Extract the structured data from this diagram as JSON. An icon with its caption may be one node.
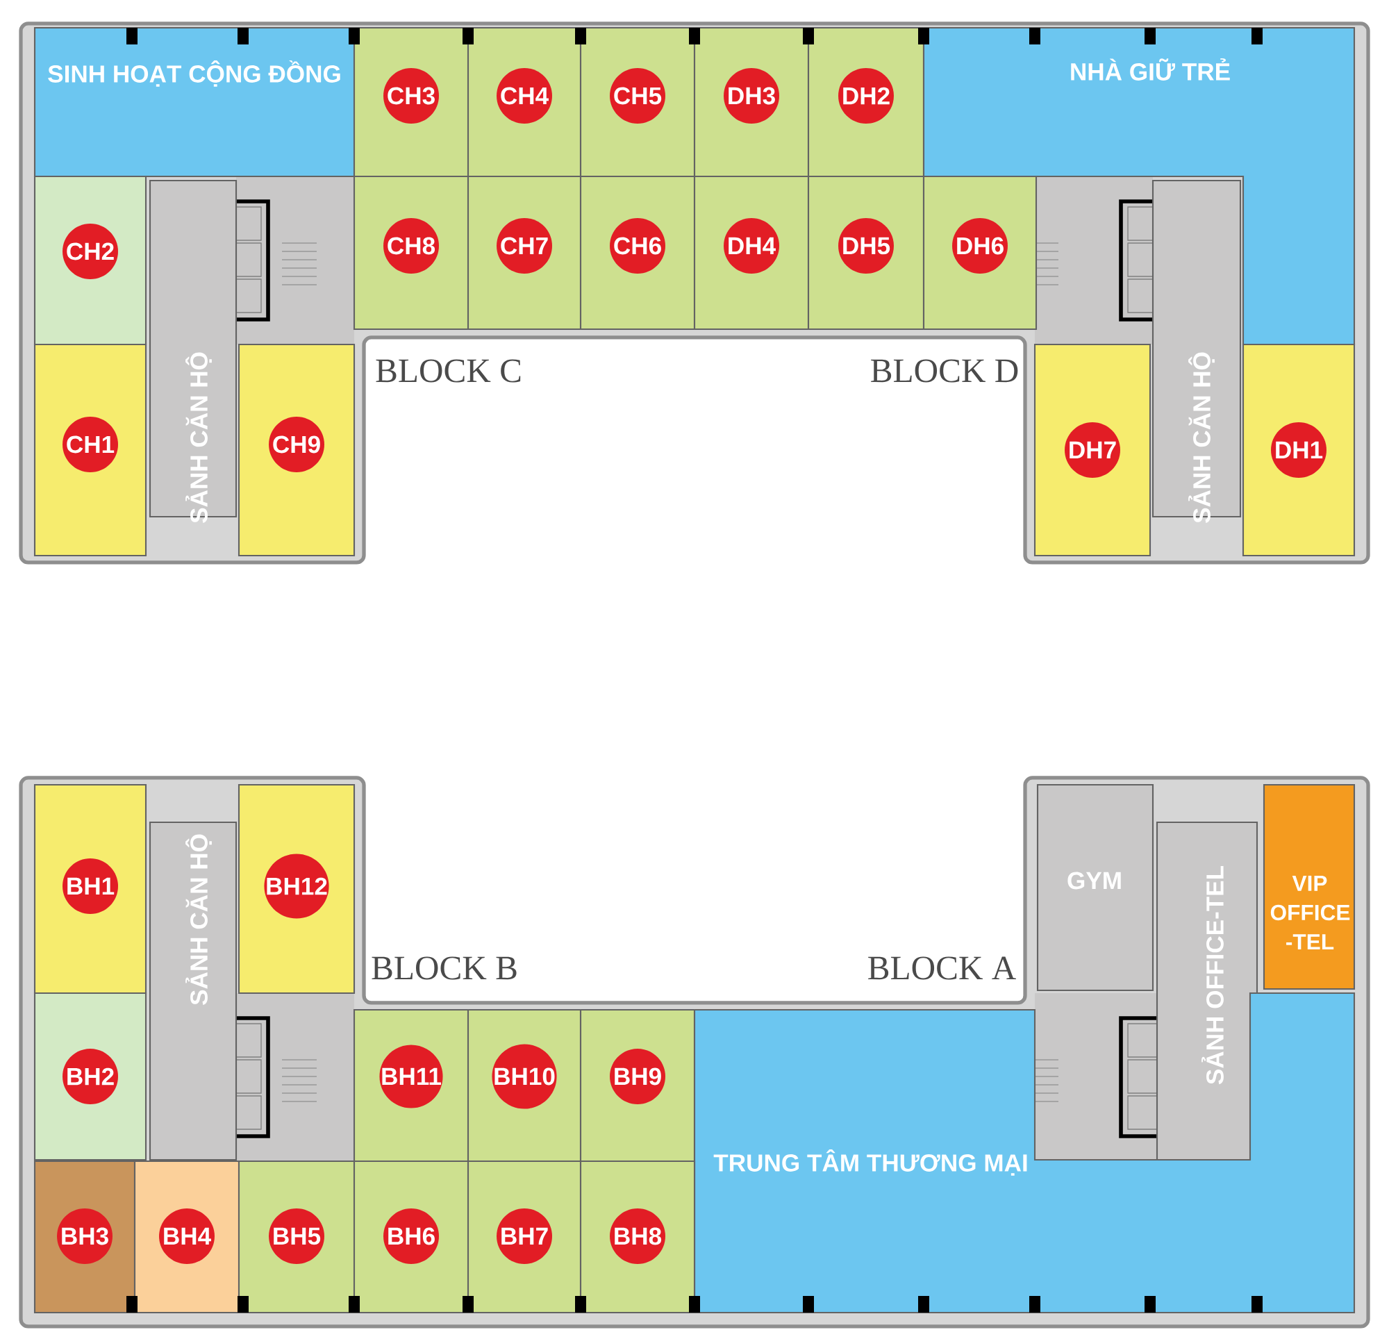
{
  "diagram": {
    "nodes": [
      {
        "text": [
          "SINH HOẠT CỘNG ĐỒNG"
        ]
      },
      {
        "text": [
          "CH3"
        ]
      },
      {
        "text": [
          "CH4"
        ]
      },
      {
        "text": [
          "CH5"
        ]
      },
      {
        "text": [
          "DH3"
        ]
      },
      {
        "text": [
          "DH2"
        ]
      },
      {
        "text": [
          "NHÀ GIỮ TRẺ"
        ]
      },
      {
        "text": [
          "CH2"
        ]
      },
      {
        "text": [
          "CH8"
        ]
      },
      {
        "text": [
          "CH7"
        ]
      },
      {
        "text": [
          "CH6"
        ]
      },
      {
        "text": [
          "DH4"
        ]
      },
      {
        "text": [
          "DH5"
        ]
      },
      {
        "text": [
          "DH6"
        ]
      },
      {
        "text": [
          "CH1"
        ]
      },
      {
        "text": [
          "SẢNH CĂN HỘ"
        ]
      },
      {
        "text": [
          "CH9"
        ]
      },
      {
        "text": [
          "DH7"
        ]
      },
      {
        "text": [
          "SẢNH CĂN HỘ"
        ]
      },
      {
        "text": [
          "DH1"
        ]
      },
      {
        "text": [
          "BH1"
        ]
      },
      {
        "text": [
          "SẢNH CĂN HỘ"
        ]
      },
      {
        "text": [
          "BH12"
        ]
      },
      {
        "text": [
          "GYM"
        ]
      },
      {
        "text": [
          "SẢNH OFFICE-TEL"
        ]
      },
      {
        "text": [
          "VIP OFFICE -TEL"
        ]
      },
      {
        "text": [
          "BH2"
        ]
      },
      {
        "text": [
          "BH11"
        ]
      },
      {
        "text": [
          "BH10"
        ]
      },
      {
        "text": [
          "BH9"
        ]
      },
      {
        "text": [
          "TRUNG TÂM THƯƠNG MẠI"
        ]
      },
      {
        "text": [
          "BH3"
        ]
      },
      {
        "text": [
          "BH4"
        ]
      },
      {
        "text": [
          "BH5"
        ]
      },
      {
        "text": [
          "BH6"
        ]
      },
      {
        "text": [
          "BH7"
        ]
      },
      {
        "text": [
          "BH8"
        ]
      }
    ],
    "labels": [
      "BLOCK C",
      "BLOCK D",
      "BLOCK B",
      "BLOCK A"
    ]
  }
}
